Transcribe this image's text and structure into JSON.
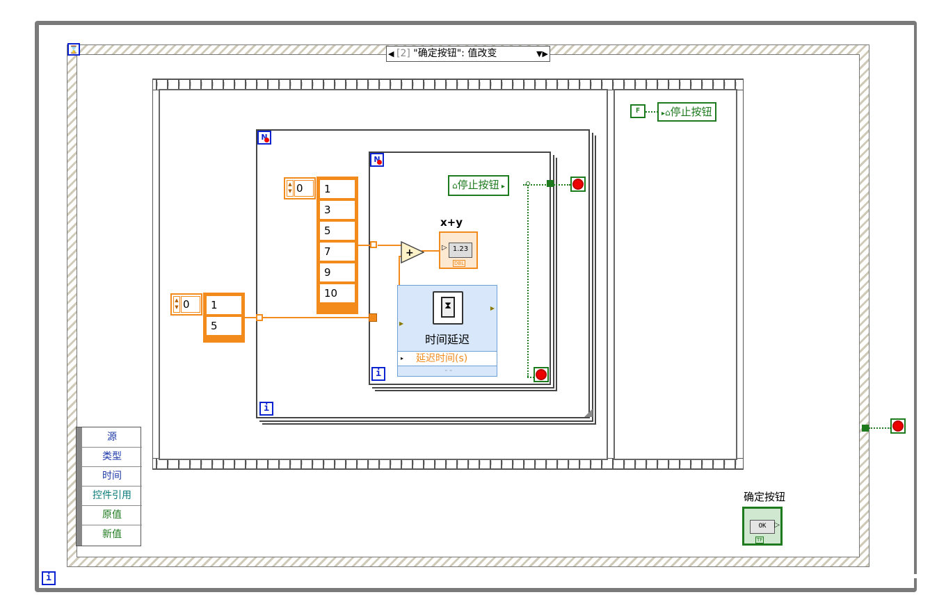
{
  "event_selector": {
    "prefix": "[2]",
    "event": "\"确定按钮\": 值改变"
  },
  "outer_array": {
    "index": "0",
    "values": [
      "1",
      "5"
    ]
  },
  "inner_array": {
    "index": "0",
    "values": [
      "1",
      "3",
      "5",
      "7",
      "9",
      "10"
    ]
  },
  "indicator": {
    "label": "x+y",
    "display": "1.23",
    "type": "DBL"
  },
  "add_node": {
    "symbol": "+"
  },
  "time_delay": {
    "title": "时间延迟",
    "input_label": "延迟时间(s)"
  },
  "stop_property": {
    "label": "停止按钮"
  },
  "stop_property_write": {
    "label": "停止按钮"
  },
  "false_constant": {
    "label": "F"
  },
  "event_data": {
    "rows": [
      "源",
      "类型",
      "时间",
      "控件引用",
      "原值",
      "新值"
    ]
  },
  "ok_button": {
    "label": "确定按钮",
    "button_text": "OK",
    "type": "TF"
  },
  "iteration": {
    "label": "i"
  },
  "count": {
    "label": "N"
  },
  "colors": {
    "numeric": "#f28a1c",
    "boolean": "#1d7a1d",
    "loop_terminal": "#0a22d0"
  }
}
